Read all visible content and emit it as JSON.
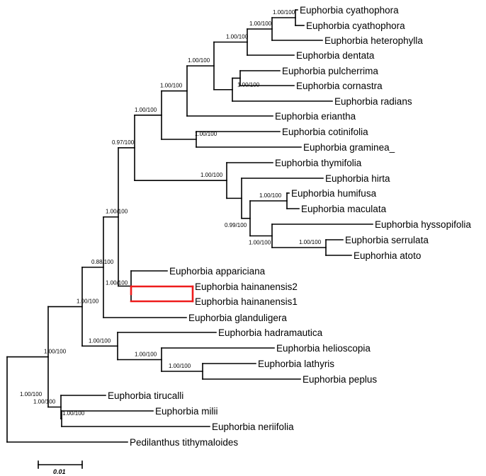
{
  "tree": {
    "taxa": [
      "Euphorbia cyathophora",
      "Euphorbia cyathophora",
      "Euphorbia heterophylla",
      "Euphorbia dentata",
      "Euphorbia pulcherrima",
      "Euphorbia cornastra",
      "Euphorbia radians",
      "Euphorbia eriantha",
      "Euphorbia cotinifolia",
      "Euphorbia graminea_",
      "Euphorbia thymifolia",
      "Euphorbia hirta",
      "Euphorbia humifusa",
      "Euphorbia maculata",
      "Euphorbia hyssopifolia",
      "Euphorbia serrulata",
      "Euphorhia atoto",
      "Euphorbia appariciana",
      "Euphorbia hainanensis2",
      "Euphorbia hainanensis1",
      "Euphorbia glanduligera",
      "Euphorbia hadramautica",
      "Euphorbia helioscopia",
      "Euphorbia lathyris",
      "Euphorbia peplus",
      "Euphorbia tirucalli",
      "Euphorbia milii",
      "Euphorbia neriifolia",
      "Pedilanthus tithymaloides"
    ],
    "support": [
      "1.00/100",
      "1.00/100",
      "1.00/100",
      "1.00/100",
      "1.00/100",
      "1.00/100",
      "1.00/100",
      "1.00/100",
      "0.97/100",
      "1.00/100",
      "1.00/100",
      "0.99/100",
      "1.00/100",
      "1.00/100",
      "0.88/100",
      "1.00/100",
      "1.00/100",
      "1.00/100",
      "1.00/100",
      "1.00/100",
      "1.00/100",
      "1.00/100",
      "1.00/100",
      "1.00/100",
      "1.00/100"
    ],
    "highlight_color": "#ee1c1c"
  },
  "scale_bar": {
    "label": "0.01"
  }
}
